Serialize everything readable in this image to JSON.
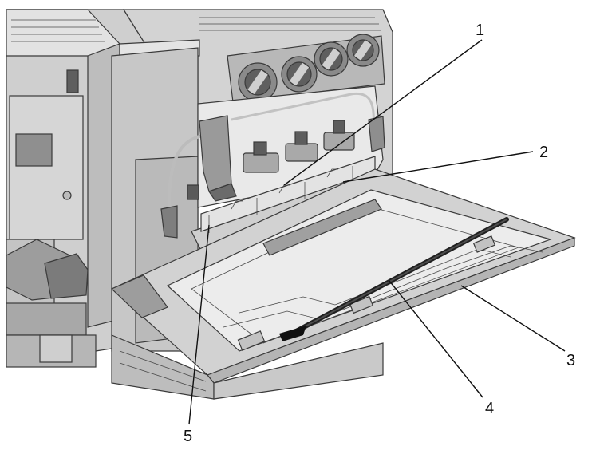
{
  "callouts": [
    {
      "id": "1",
      "label": "1"
    },
    {
      "id": "2",
      "label": "2"
    },
    {
      "id": "3",
      "label": "3"
    },
    {
      "id": "4",
      "label": "4"
    },
    {
      "id": "5",
      "label": "5"
    }
  ],
  "colors": {
    "body": "#d8d8d8",
    "shadow": "#9a9a9a",
    "dark": "#5a5a5a",
    "highlight": "#efefef",
    "line": "#111111"
  }
}
